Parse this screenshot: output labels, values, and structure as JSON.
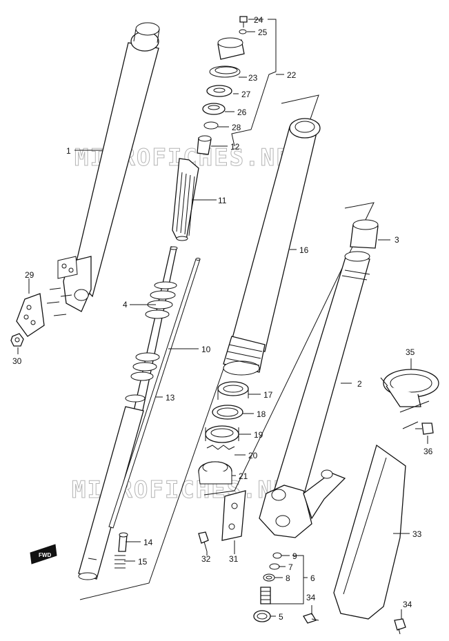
{
  "watermarks": [
    "MICROFICHES.NET",
    "MICROFICHES.NET"
  ],
  "fwd_badge": "FWD",
  "callouts": {
    "c1": "1",
    "c2": "2",
    "c3": "3",
    "c4": "4",
    "c5": "5",
    "c6": "6",
    "c7": "7",
    "c8": "8",
    "c9": "9",
    "c10": "10",
    "c11": "11",
    "c12": "12",
    "c13": "13",
    "c14": "14",
    "c15": "15",
    "c16": "16",
    "c17": "17",
    "c18": "18",
    "c19": "19",
    "c20": "20",
    "c21": "21",
    "c22": "22",
    "c23": "23",
    "c24": "24",
    "c25": "25",
    "c26": "26",
    "c27": "27",
    "c28": "28",
    "c29": "29",
    "c30": "30",
    "c31": "31",
    "c32": "32",
    "c33": "33",
    "c34a": "34",
    "c34b": "34",
    "c35": "35",
    "c36": "36"
  }
}
